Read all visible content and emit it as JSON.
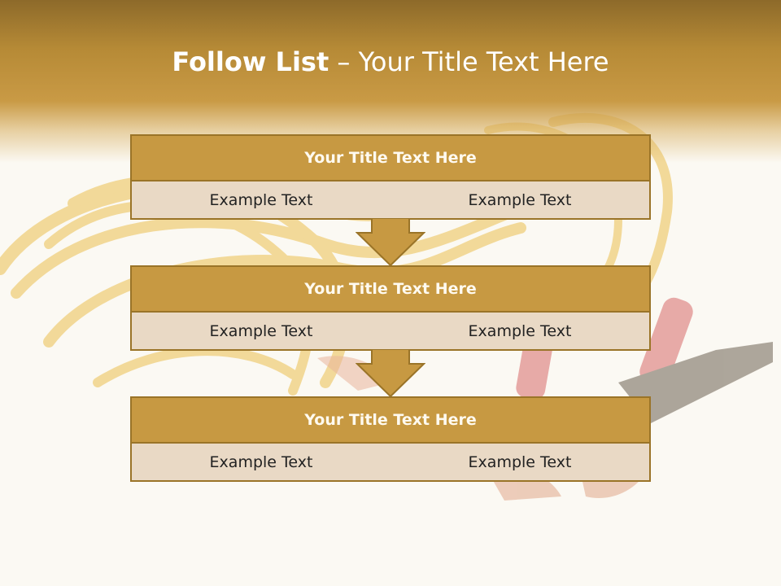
{
  "slide": {
    "title_bold": "Follow List",
    "title_rest": "– Your Title Text Here"
  },
  "steps": [
    {
      "title": "Your Title Text Here",
      "left": "Example Text",
      "right": "Example Text"
    },
    {
      "title": "Your Title Text Here",
      "left": "Example Text",
      "right": "Example Text"
    },
    {
      "title": "Your Title Text Here",
      "left": "Example Text",
      "right": "Example Text"
    }
  ],
  "colors": {
    "header_band": "#b68a36",
    "step_header": "#c79942",
    "step_cell": "#e9d9c5",
    "step_border": "#9a7428",
    "arrow_fill": "#c79942"
  }
}
